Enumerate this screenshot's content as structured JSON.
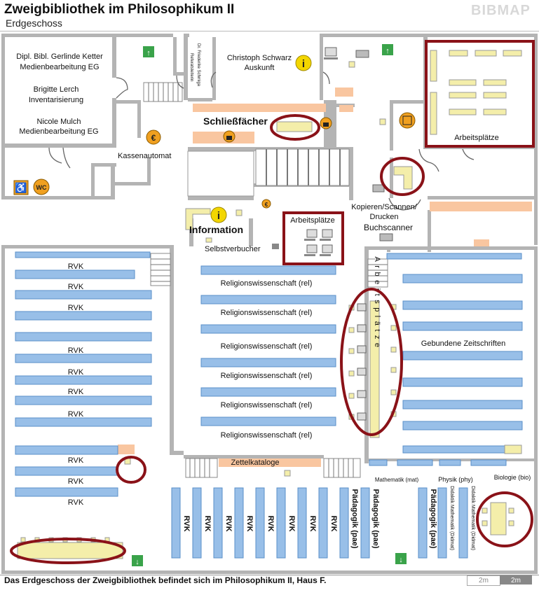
{
  "header": {
    "title": "Zweigbibliothek im Philosophikum II",
    "subtitle": "Erdgeschoss",
    "brand": "BIBMAP"
  },
  "rooms": {
    "office1_l1": "Dipl. Bibl. Gerlinde Ketter",
    "office1_l2": "Medienbearbeitung EG",
    "office2_l1": "Brigitte Lerch",
    "office2_l2": "Inventarisierung",
    "office3_l1": "Nicole Mulch",
    "office3_l2": "Medienbearbeitung EG",
    "office4_l1": "Dr. Friederike Schmiga",
    "office4_l2": "Referatsleiterin",
    "auskunft_l1": "Christoph Schwarz",
    "auskunft_l2": "Auskunft"
  },
  "labels": {
    "schliessfaecher": "Schließfächer",
    "kassenautomat": "Kassenautomat",
    "information": "Information",
    "selbstverbucher": "Selbstverbucher",
    "kopieren_l1": "Kopieren/Scannen/",
    "kopieren_l2": "Drucken",
    "buchscanner": "Buchscanner",
    "arbeitsplaetze": "Arbeitsplätze",
    "arbeitsplaetze_vertical": "Arbeitsplätze",
    "zettelkataloge": "Zettelkataloge",
    "gebundene": "Gebundene Zeitschriften",
    "mathematik": "Mathematik (mat)",
    "physik": "Physik (phy)",
    "biologie": "Biologie (bio)",
    "didaktik_mat": "Didaktik Mathematik (Didmat)",
    "didaktik_mat2": "Didaktik Mathematik (Didmat)",
    "wc": "WC"
  },
  "shelves": {
    "left": [
      "RVK",
      "RVK",
      "RVK",
      "RVK",
      "RVK",
      "RVK",
      "RVK",
      "RVK",
      "RVK",
      "RVK"
    ],
    "center": [
      "Religionswissenschaft (rel)",
      "Religionswissenschaft (rel)",
      "Religionswissenschaft (rel)",
      "Religionswissenschaft (rel)",
      "Religionswissenschaft (rel)",
      "Religionswissenschaft (rel)"
    ],
    "bottom": [
      "RVK",
      "RVK",
      "RVK",
      "RVK",
      "RVK",
      "RVK",
      "RVK",
      "RVK"
    ],
    "paedagogik": [
      "Pädagogik (pae)",
      "Pädagogik (pae)",
      "Pädagogik (pae)"
    ]
  },
  "footer": {
    "text": "Das Erdgeschoss der Zweigbibliothek befindet sich im Philosophikum II, Haus F.",
    "scale1": "2m",
    "scale2": "2m"
  },
  "colors": {
    "wall": "#b4b4b4",
    "shelf": "#98bfe8",
    "desk": "#f4eeaa",
    "locker": "#f9c6a0",
    "highlight": "#8a1218",
    "icon_yellow": "#f3d600",
    "exit_green": "#3aa34a"
  }
}
